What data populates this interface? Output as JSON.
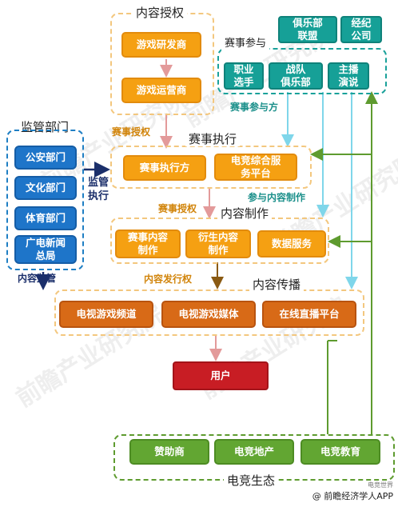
{
  "content_authorization": {
    "title": "内容授权",
    "boxes": [
      "游戏研发商",
      "游戏运营商"
    ]
  },
  "competition_participation": {
    "title": "赛事参与",
    "top_boxes": [
      "俱乐部\n联盟",
      "经纪\n公司"
    ],
    "boxes": [
      "职业\n选手",
      "战队\n俱乐部",
      "主播\n演说"
    ]
  },
  "regulators": {
    "title": "监管部门",
    "boxes": [
      "公安部门",
      "文化部门",
      "体育部门",
      "广电新闻\n总局"
    ]
  },
  "competition_execution": {
    "title": "赛事执行",
    "boxes": [
      "赛事执行方",
      "电竞综合服\n务平台"
    ]
  },
  "content_production": {
    "title": "内容制作",
    "boxes": [
      "赛事内容\n制作",
      "衍生内容\n制作",
      "数据服务"
    ]
  },
  "content_distribution": {
    "title": "内容传播",
    "boxes": [
      "电视游戏频道",
      "电视游戏媒体",
      "在线直播平台"
    ]
  },
  "user": {
    "label": "用户"
  },
  "esports_ecosystem": {
    "title": "电竞生态",
    "boxes": [
      "赞助商",
      "电竞地产",
      "电竞教育"
    ]
  },
  "edge_labels": {
    "event_authorization_1": "赛事授权",
    "event_authorization_2": "赛事授权",
    "participants": "赛事参与方",
    "participate_in_production": "参与内容制作",
    "content_distribution_rights": "内容发行权",
    "supervise_execute": "监管\n执行",
    "content_supervision": "内容监管"
  },
  "watermark": "前瞻产业研究院",
  "footer": {
    "subtitle": "电竞世界",
    "text": "@ 前瞻经济学人APP"
  },
  "colors": {
    "orange": "#f5a012",
    "dark_orange": "#d86a17",
    "blue": "#1e75c9",
    "teal": "#16a097",
    "green": "#62a632",
    "red": "#c81d24",
    "arrow_pink": "#e39a9a",
    "arrow_light_blue": "#7fd6ea",
    "arrow_green": "#5e9b2f",
    "arrow_dark_blue": "#1b2f6b",
    "arrow_brown": "#8a5a12"
  }
}
